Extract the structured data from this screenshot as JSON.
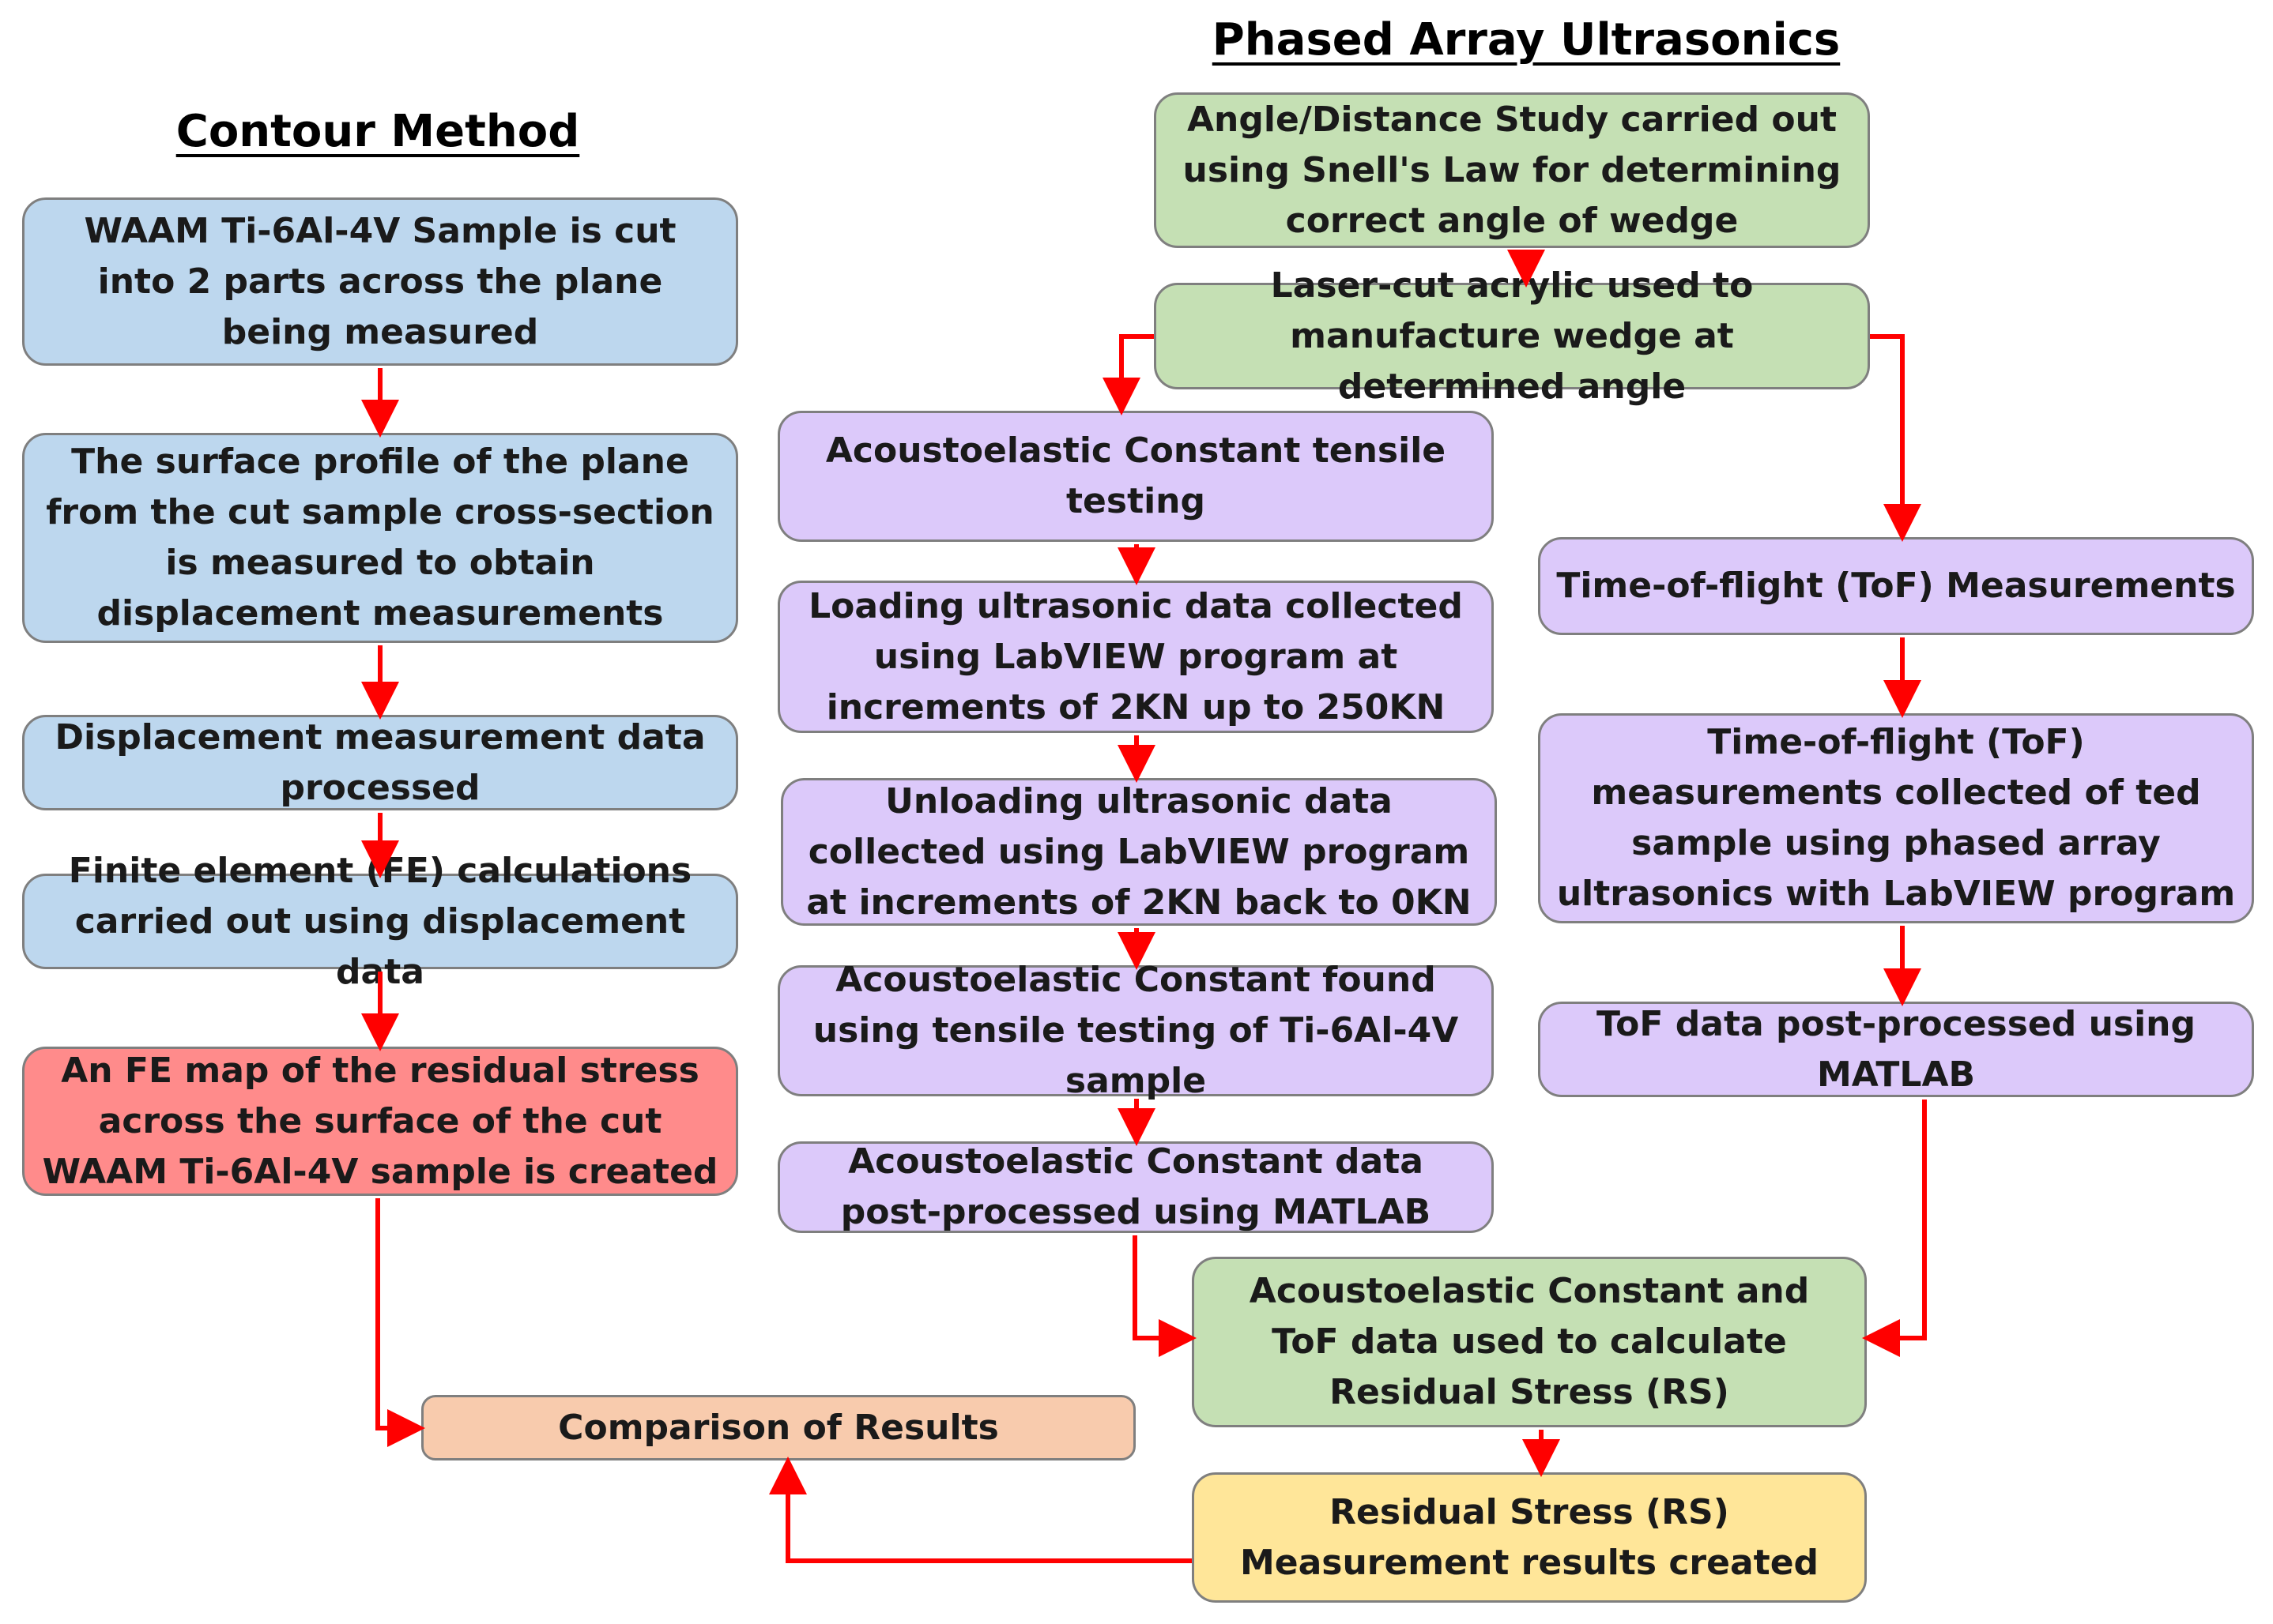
{
  "headings": {
    "contour": "Contour Method",
    "phased": "Phased Array Ultrasonics"
  },
  "contour_steps": [
    "WAAM Ti-6Al-4V Sample is cut into 2 parts across the plane being measured",
    "The surface profile of the plane from the cut sample cross-section is measured to obtain displacement measurements",
    "Displacement measurement data processed",
    "Finite element (FE) calculations carried out using displacement data",
    "An FE map of the residual stress across the surface of the cut WAAM Ti-6Al-4V sample is created"
  ],
  "phased_top": [
    "Angle/Distance Study carried out using Snell's Law for determining correct angle of wedge",
    "Laser-cut acrylic used to manufacture wedge at determined angle"
  ],
  "tensile_steps": [
    "Acoustoelastic Constant tensile testing",
    "Loading ultrasonic data collected using LabVIEW program at increments of 2KN up to 250KN",
    "Unloading ultrasonic data collected using LabVIEW program at increments of 2KN back to 0KN",
    "Acoustoelastic Constant found using tensile testing of Ti-6Al-4V sample",
    "Acoustoelastic Constant data post-processed using MATLAB"
  ],
  "tof_steps": [
    "Time-of-flight (ToF) Measurements",
    "Time-of-flight (ToF) measurements collected of ted sample using phased array ultrasonics with LabVIEW program",
    "ToF data post-processed using MATLAB"
  ],
  "combine": "Acoustoelastic Constant and ToF data used to calculate Residual Stress (RS)",
  "rs_result": "Residual Stress (RS) Measurement results created",
  "comparison": "Comparison of Results",
  "colors": {
    "arrow": "#ff0000",
    "contour_box": "#bdd7ee",
    "final_contour_box": "#ff8b8b",
    "green_box": "#c5e0b4",
    "purple_box": "#dcc9fa",
    "comparison_box": "#f8cbad",
    "result_box": "#ffe699",
    "border": "#7f7f7f"
  }
}
